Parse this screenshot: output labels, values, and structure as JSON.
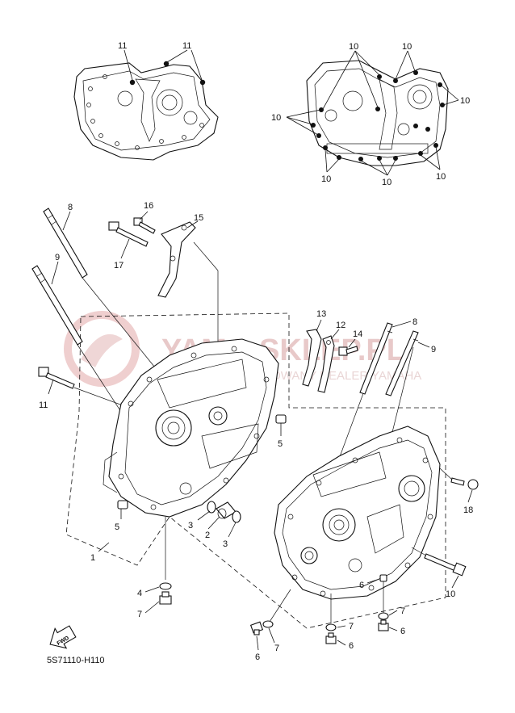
{
  "diagram_code": "5S71110-H110",
  "fwd_label": "FWD",
  "watermark": {
    "main": "YAMA-SKLEP.PL",
    "sub": "AUTORYZOWANY DEALER YAMAHA"
  },
  "callouts": [
    {
      "id": "c11a",
      "label": "11"
    },
    {
      "id": "c11b",
      "label": "11"
    },
    {
      "id": "c10-top1",
      "label": "10"
    },
    {
      "id": "c10-top2",
      "label": "10"
    },
    {
      "id": "c10-right",
      "label": "10"
    },
    {
      "id": "c10-left",
      "label": "10"
    },
    {
      "id": "c10-bot1",
      "label": "10"
    },
    {
      "id": "c10-bot2",
      "label": "10"
    },
    {
      "id": "c10-bot3",
      "label": "10"
    },
    {
      "id": "c8-left",
      "label": "8"
    },
    {
      "id": "c16",
      "label": "16"
    },
    {
      "id": "c15",
      "label": "15"
    },
    {
      "id": "c17",
      "label": "17"
    },
    {
      "id": "c9-left",
      "label": "9"
    },
    {
      "id": "c13",
      "label": "13"
    },
    {
      "id": "c12",
      "label": "12"
    },
    {
      "id": "c14",
      "label": "14"
    },
    {
      "id": "c8-right",
      "label": "8"
    },
    {
      "id": "c9-right",
      "label": "9"
    },
    {
      "id": "c11-mid",
      "label": "11"
    },
    {
      "id": "c5-right",
      "label": "5"
    },
    {
      "id": "c5-left",
      "label": "5"
    },
    {
      "id": "c3a",
      "label": "3"
    },
    {
      "id": "c2",
      "label": "2"
    },
    {
      "id": "c3b",
      "label": "3"
    },
    {
      "id": "c1",
      "label": "1"
    },
    {
      "id": "c18",
      "label": "18"
    },
    {
      "id": "c10-bolt",
      "label": "10"
    },
    {
      "id": "c4",
      "label": "4"
    },
    {
      "id": "c7-left",
      "label": "7"
    },
    {
      "id": "c6-left",
      "label": "6"
    },
    {
      "id": "c7-r1",
      "label": "7"
    },
    {
      "id": "c6-r1",
      "label": "6"
    },
    {
      "id": "c7-r2",
      "label": "7"
    },
    {
      "id": "c6-r2",
      "label": "6"
    },
    {
      "id": "c7-r3",
      "label": "7"
    },
    {
      "id": "c6-r3",
      "label": "6"
    }
  ]
}
